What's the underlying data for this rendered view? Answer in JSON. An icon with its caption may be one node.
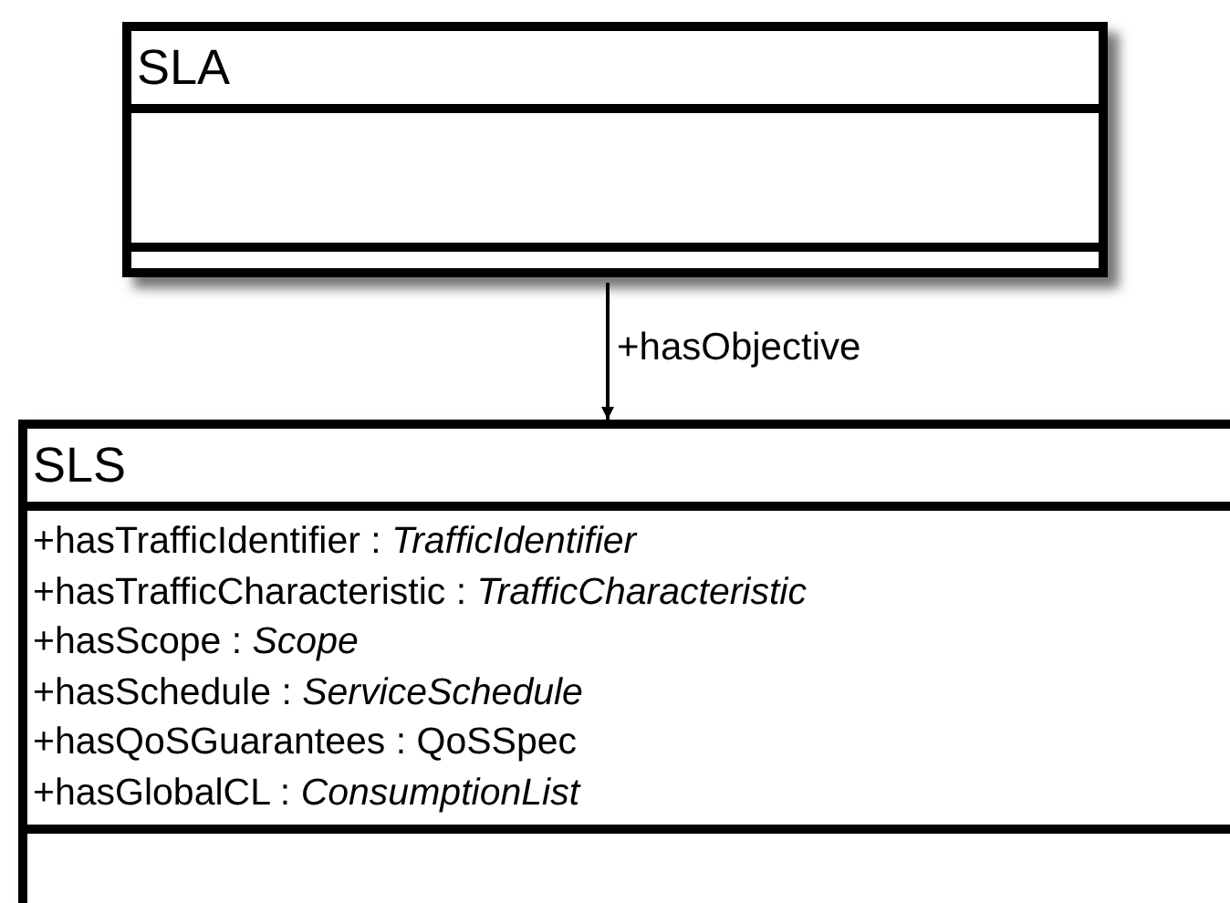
{
  "diagram": {
    "nodes": [
      {
        "text": [
          "SLA"
        ]
      },
      {
        "text": [
          "SLS",
          "+hasTrafficIdentifier : *TrafficIdentifier*",
          "+hasTrafficCharacteristic : *TrafficCharacteristic*",
          "+hasScope : *Scope*",
          "+hasSchedule : *ServiceSchedule*",
          "+hasQoSGuarantees : QoSSpec",
          "+hasGlobalCL : *ConsumptionList*"
        ]
      }
    ],
    "edges": [
      {
        "from": 0,
        "to": 1,
        "label": "+hasObjective",
        "arrow": "to"
      }
    ]
  }
}
